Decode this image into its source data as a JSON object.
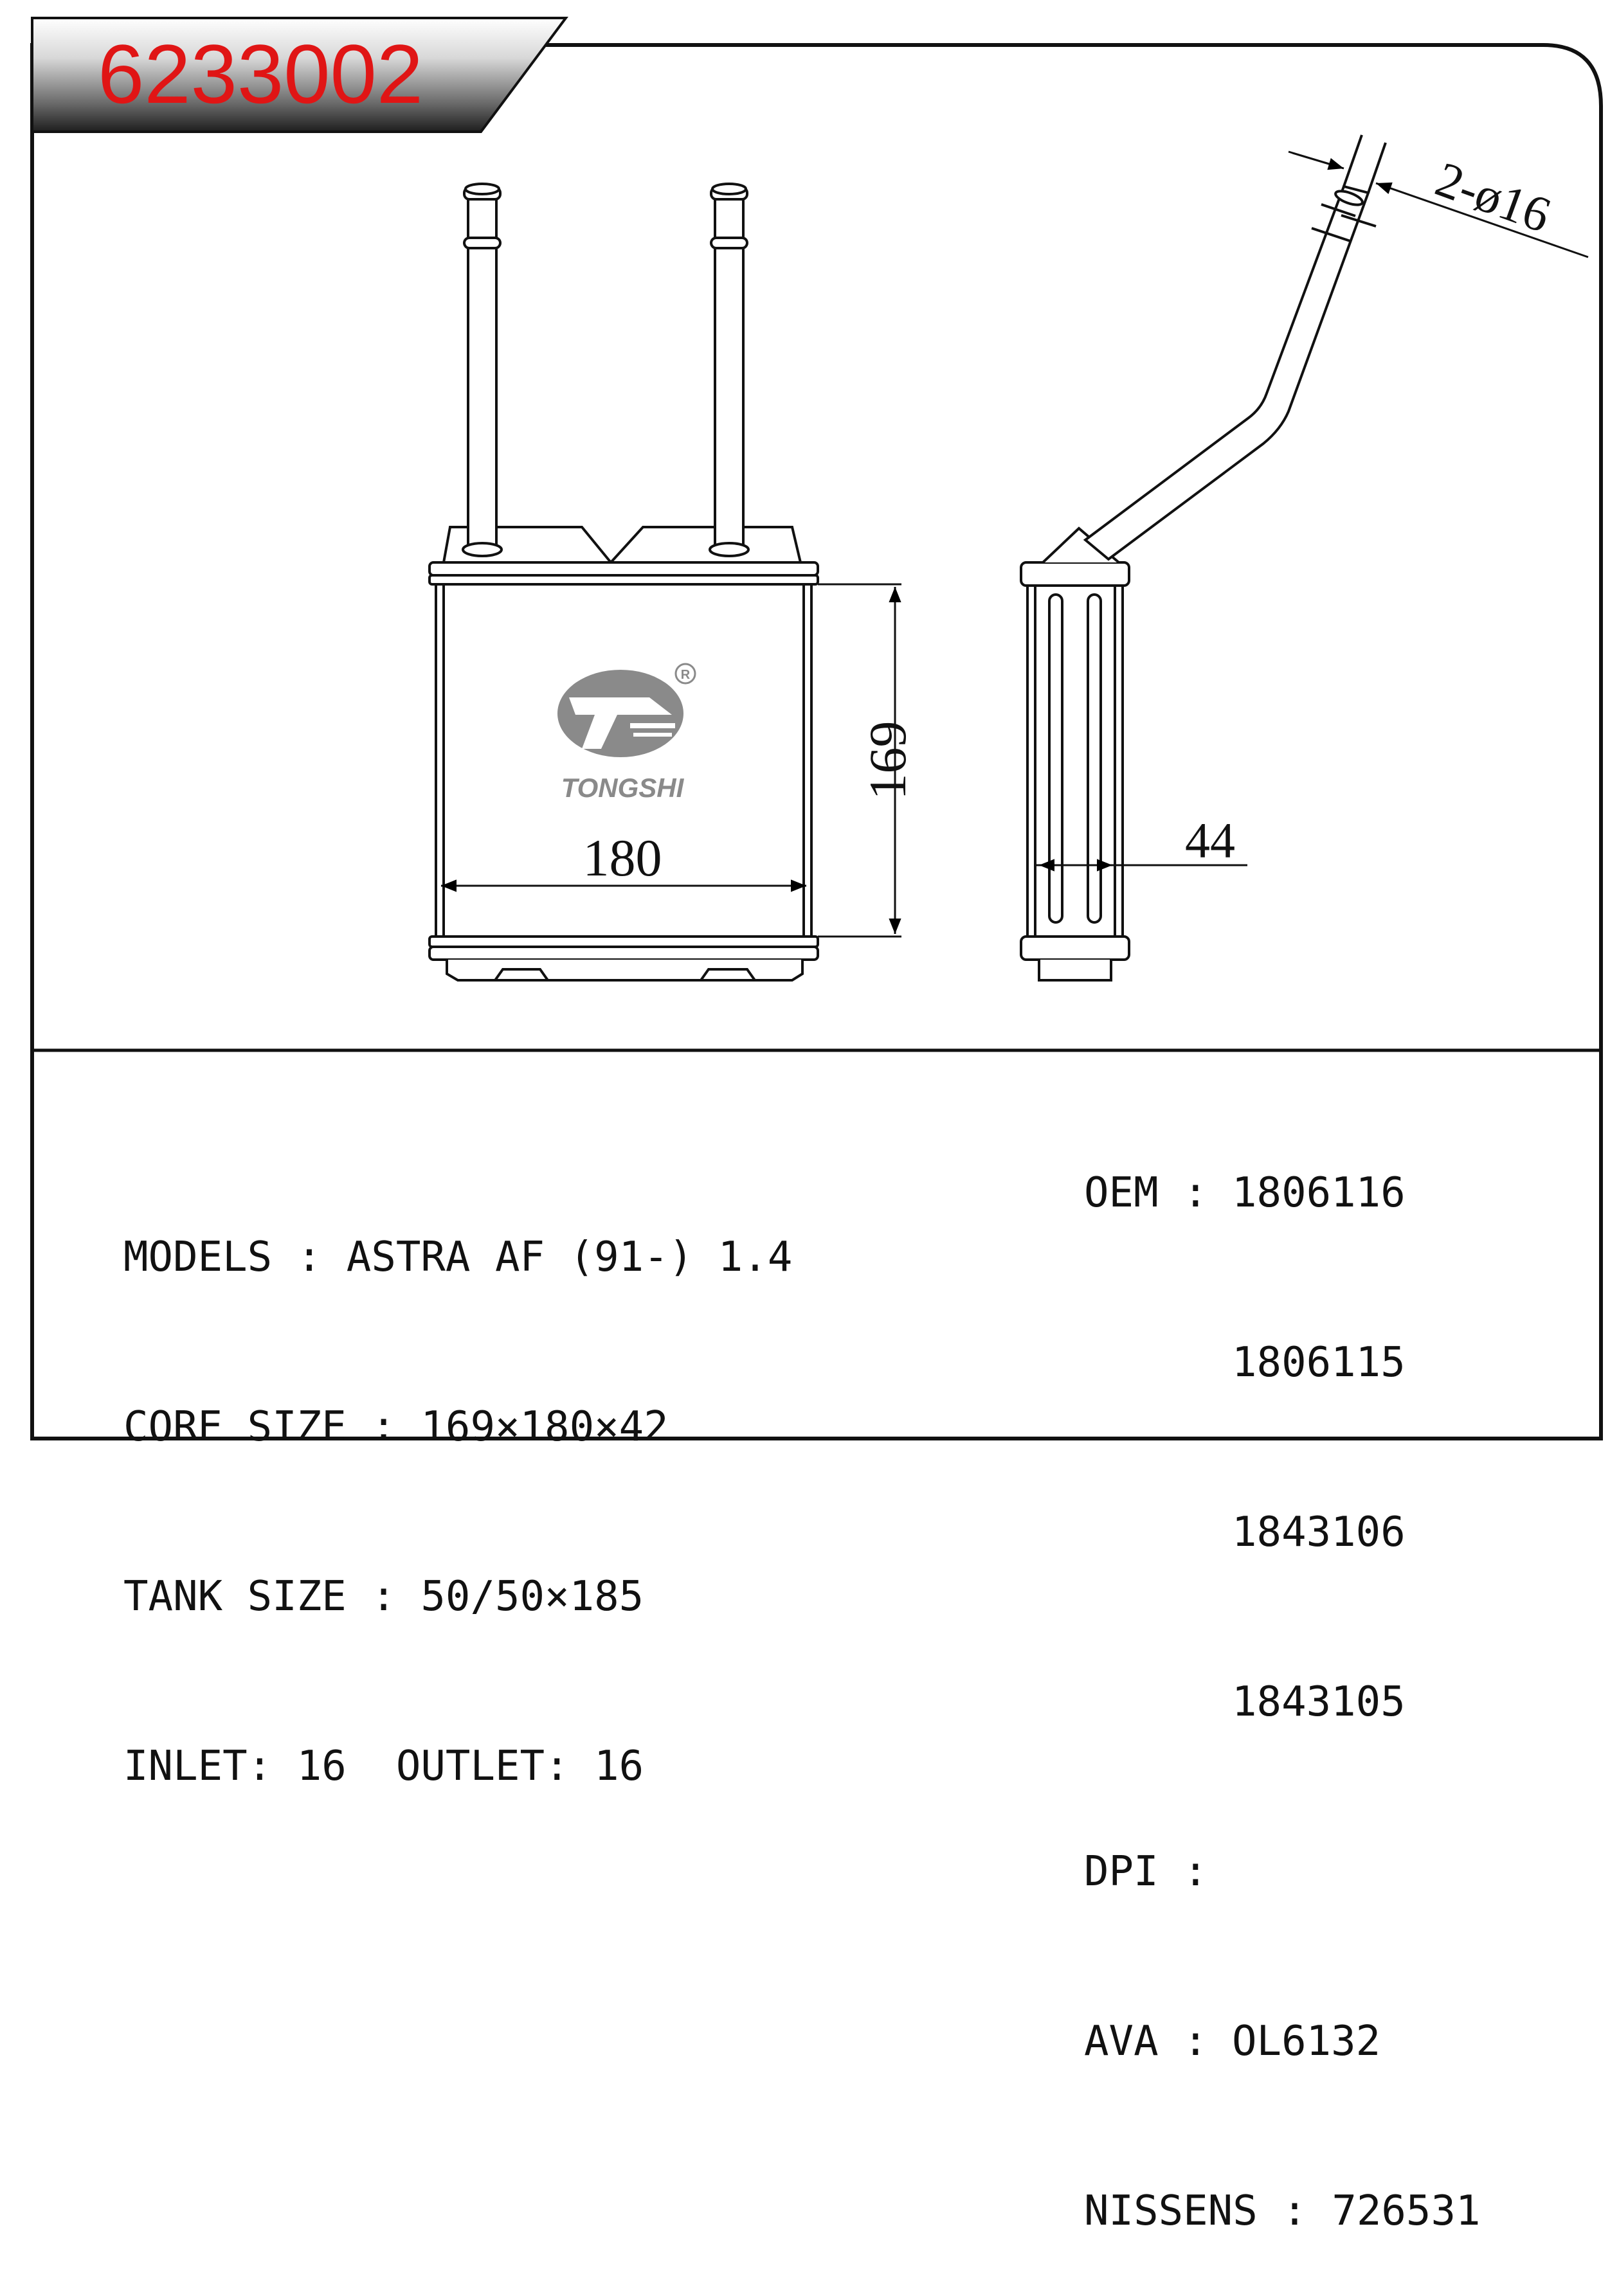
{
  "part_number": "6233002",
  "brand": {
    "name": "TONGSHI",
    "registered_mark": "R"
  },
  "dimensions": {
    "width": "180",
    "height": "169",
    "depth": "44",
    "pipe_note": "2-ø16"
  },
  "specs": {
    "models_label": "MODELS",
    "models_value": "ASTRA AF (91-) 1.4",
    "core_size_label": "CORE SIZE",
    "core_size_value": "169×180×42",
    "tank_size_label": "TANK SIZE",
    "tank_size_value": "50/50×185",
    "inlet_label": "INLET",
    "inlet_value": "16",
    "outlet_label": "OUTLET",
    "outlet_value": "16"
  },
  "references": {
    "oem_label": "OEM",
    "oem_numbers": [
      "1806116",
      "1806115",
      "1843106",
      "1843105"
    ],
    "dpi_label": "DPI",
    "dpi_value": "",
    "ava_label": "AVA",
    "ava_value": "OL6132",
    "nissens_label": "NISSENS",
    "nissens_value": "726531"
  },
  "colors": {
    "part_number": "#e01515",
    "banner": "#1a1a1a",
    "logo": "#8a8a8a"
  }
}
